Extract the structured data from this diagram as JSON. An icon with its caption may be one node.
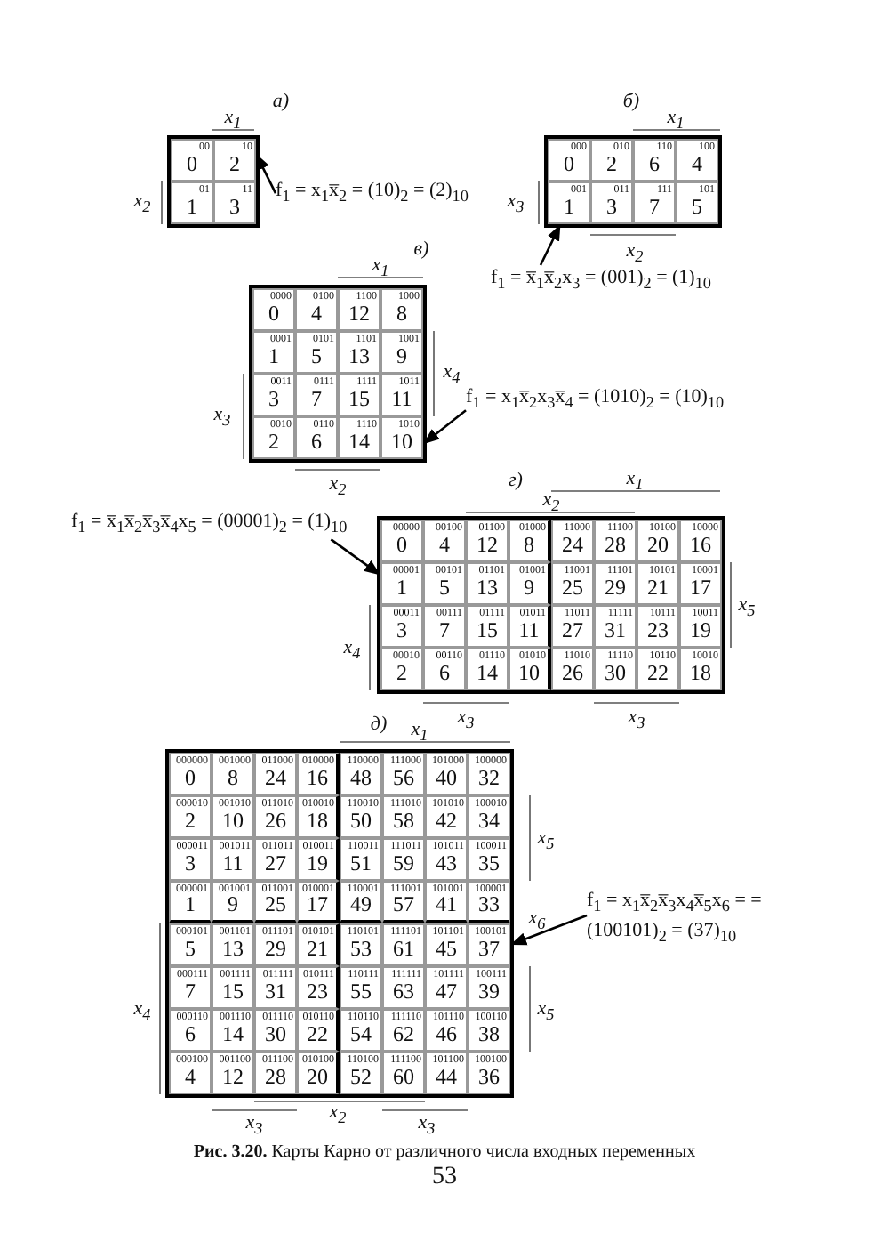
{
  "diagram": {
    "caption": "**Рис. 3.20.** Карты Карно от различного числа входных переменных",
    "nodes": [
      {
        "text": [],
        "shape": "box"
      },
      {
        "text": [
          "00",
          "0"
        ],
        "in": 0
      },
      {
        "text": [
          "10",
          "2"
        ],
        "in": 0
      },
      {
        "text": [
          "01",
          "1"
        ],
        "in": 0
      },
      {
        "text": [
          "11",
          "3"
        ],
        "in": 0
      },
      {
        "text": [
          "f$_{1}$ = x$_{1}$x̅$_{2}$ = (10)$_{2}$ = (2)$_{10}$"
        ]
      },
      {
        "text": [],
        "shape": "box"
      },
      {
        "text": [
          "000",
          "0"
        ],
        "in": 6
      },
      {
        "text": [
          "010",
          "2"
        ],
        "in": 6
      },
      {
        "text": [
          "110",
          "6"
        ],
        "in": 6
      },
      {
        "text": [
          "100",
          "4"
        ],
        "in": 6
      },
      {
        "text": [
          "001",
          "1"
        ],
        "in": 6
      },
      {
        "text": [
          "011",
          "3"
        ],
        "in": 6
      },
      {
        "text": [
          "111",
          "7"
        ],
        "in": 6
      },
      {
        "text": [
          "101",
          "5"
        ],
        "in": 6
      },
      {
        "text": [
          "f$_{1}$ = x̅$_{1}$x̅$_{2}$x$_{3}$ = (001)$_{2}$ = (1)$_{10}$"
        ]
      },
      {
        "text": [],
        "shape": "box"
      },
      {
        "text": [
          "0000",
          "0"
        ],
        "in": 16
      },
      {
        "text": [
          "0100",
          "4"
        ],
        "in": 16
      },
      {
        "text": [
          "1100",
          "12"
        ],
        "in": 16
      },
      {
        "text": [
          "1000",
          "8"
        ],
        "in": 16
      },
      {
        "text": [
          "0001",
          "1"
        ],
        "in": 16
      },
      {
        "text": [
          "0101",
          "5"
        ],
        "in": 16
      },
      {
        "text": [
          "1101",
          "13"
        ],
        "in": 16
      },
      {
        "text": [
          "1001",
          "9"
        ],
        "in": 16
      },
      {
        "text": [
          "0011",
          "3"
        ],
        "in": 16
      },
      {
        "text": [
          "0111",
          "7"
        ],
        "in": 16
      },
      {
        "text": [
          "1111",
          "15"
        ],
        "in": 16
      },
      {
        "text": [
          "1011",
          "11"
        ],
        "in": 16
      },
      {
        "text": [
          "0010",
          "2"
        ],
        "in": 16
      },
      {
        "text": [
          "0110",
          "6"
        ],
        "in": 16
      },
      {
        "text": [
          "1110",
          "14"
        ],
        "in": 16
      },
      {
        "text": [
          "1010",
          "10"
        ],
        "in": 16
      },
      {
        "text": [
          "f$_{1}$ = x$_{1}$x̅$_{2}$x$_{3}$x̅$_{4}$ = (1010)$_{2}$ = (10)$_{10}$"
        ]
      },
      {
        "text": [
          "f$_{1}$ = x̅$_{1}$x̅$_{2}$x̅$_{3}$x̅$_{4}$x$_{5}$ = (00001)$_{2}$ = (1)$_{10}$"
        ]
      },
      {
        "text": [],
        "shape": "box"
      },
      {
        "text": [
          "00000",
          "0"
        ],
        "in": 35
      },
      {
        "text": [
          "00100",
          "4"
        ],
        "in": 35
      },
      {
        "text": [
          "01100",
          "12"
        ],
        "in": 35
      },
      {
        "text": [
          "01000",
          "8"
        ],
        "in": 35
      },
      {
        "text": [
          "11000",
          "24"
        ],
        "in": 35
      },
      {
        "text": [
          "11100",
          "28"
        ],
        "in": 35
      },
      {
        "text": [
          "10100",
          "20"
        ],
        "in": 35
      },
      {
        "text": [
          "10000",
          "16"
        ],
        "in": 35
      },
      {
        "text": [
          "00001",
          "1"
        ],
        "in": 35
      },
      {
        "text": [
          "00101",
          "5"
        ],
        "in": 35
      },
      {
        "text": [
          "01101",
          "13"
        ],
        "in": 35
      },
      {
        "text": [
          "01001",
          "9"
        ],
        "in": 35
      },
      {
        "text": [
          "11001",
          "25"
        ],
        "in": 35
      },
      {
        "text": [
          "11101",
          "29"
        ],
        "in": 35
      },
      {
        "text": [
          "10101",
          "21"
        ],
        "in": 35
      },
      {
        "text": [
          "10001",
          "17"
        ],
        "in": 35
      },
      {
        "text": [
          "00011",
          "3"
        ],
        "in": 35
      },
      {
        "text": [
          "00111",
          "7"
        ],
        "in": 35
      },
      {
        "text": [
          "01111",
          "15"
        ],
        "in": 35
      },
      {
        "text": [
          "01011",
          "11"
        ],
        "in": 35
      },
      {
        "text": [
          "11011",
          "27"
        ],
        "in": 35
      },
      {
        "text": [
          "11111",
          "31"
        ],
        "in": 35
      },
      {
        "text": [
          "10111",
          "23"
        ],
        "in": 35
      },
      {
        "text": [
          "10011",
          "19"
        ],
        "in": 35
      },
      {
        "text": [
          "00010",
          "2"
        ],
        "in": 35
      },
      {
        "text": [
          "00110",
          "6"
        ],
        "in": 35
      },
      {
        "text": [
          "01110",
          "14"
        ],
        "in": 35
      },
      {
        "text": [
          "01010",
          "10"
        ],
        "in": 35
      },
      {
        "text": [
          "11010",
          "26"
        ],
        "in": 35
      },
      {
        "text": [
          "11110",
          "30"
        ],
        "in": 35
      },
      {
        "text": [
          "10110",
          "22"
        ],
        "in": 35
      },
      {
        "text": [
          "10010",
          "18"
        ],
        "in": 35
      },
      {
        "text": [],
        "shape": "box"
      },
      {
        "text": [
          "000000",
          "0"
        ],
        "in": 68
      },
      {
        "text": [
          "001000",
          "8"
        ],
        "in": 68
      },
      {
        "text": [
          "011000",
          "24"
        ],
        "in": 68
      },
      {
        "text": [
          "010000",
          "16"
        ],
        "in": 68
      },
      {
        "text": [
          "110000",
          "48"
        ],
        "in": 68
      },
      {
        "text": [
          "111000",
          "56"
        ],
        "in": 68
      },
      {
        "text": [
          "101000",
          "40"
        ],
        "in": 68
      },
      {
        "text": [
          "100000",
          "32"
        ],
        "in": 68
      },
      {
        "text": [
          "000010",
          "2"
        ],
        "in": 68
      },
      {
        "text": [
          "001010",
          "10"
        ],
        "in": 68
      },
      {
        "text": [
          "011010",
          "26"
        ],
        "in": 68
      },
      {
        "text": [
          "010010",
          "18"
        ],
        "in": 68
      },
      {
        "text": [
          "110010",
          "50"
        ],
        "in": 68
      },
      {
        "text": [
          "111010",
          "58"
        ],
        "in": 68
      },
      {
        "text": [
          "101010",
          "42"
        ],
        "in": 68
      },
      {
        "text": [
          "100010",
          "34"
        ],
        "in": 68
      },
      {
        "text": [
          "000011",
          "3"
        ],
        "in": 68
      },
      {
        "text": [
          "001011",
          "11"
        ],
        "in": 68
      },
      {
        "text": [
          "011011",
          "27"
        ],
        "in": 68
      },
      {
        "text": [
          "010011",
          "19"
        ],
        "in": 68
      },
      {
        "text": [
          "110011",
          "51"
        ],
        "in": 68
      },
      {
        "text": [
          "111011",
          "59"
        ],
        "in": 68
      },
      {
        "text": [
          "101011",
          "43"
        ],
        "in": 68
      },
      {
        "text": [
          "100011",
          "35"
        ],
        "in": 68
      },
      {
        "text": [
          "000001",
          "1"
        ],
        "in": 68
      },
      {
        "text": [
          "001001",
          "9"
        ],
        "in": 68
      },
      {
        "text": [
          "011001",
          "25"
        ],
        "in": 68
      },
      {
        "text": [
          "010001",
          "17"
        ],
        "in": 68
      },
      {
        "text": [
          "110001",
          "49"
        ],
        "in": 68
      },
      {
        "text": [
          "111001",
          "57"
        ],
        "in": 68
      },
      {
        "text": [
          "101001",
          "41"
        ],
        "in": 68
      },
      {
        "text": [
          "100001",
          "33"
        ],
        "in": 68
      },
      {
        "text": [
          "000101",
          "5"
        ],
        "in": 68
      },
      {
        "text": [
          "001101",
          "13"
        ],
        "in": 68
      },
      {
        "text": [
          "011101",
          "29"
        ],
        "in": 68
      },
      {
        "text": [
          "010101",
          "21"
        ],
        "in": 68
      },
      {
        "text": [
          "110101",
          "53"
        ],
        "in": 68
      },
      {
        "text": [
          "111101",
          "61"
        ],
        "in": 68
      },
      {
        "text": [
          "101101",
          "45"
        ],
        "in": 68
      },
      {
        "text": [
          "100101",
          "37"
        ],
        "in": 68
      },
      {
        "text": [
          "000111",
          "7"
        ],
        "in": 68
      },
      {
        "text": [
          "001111",
          "15"
        ],
        "in": 68
      },
      {
        "text": [
          "011111",
          "31"
        ],
        "in": 68
      },
      {
        "text": [
          "010111",
          "23"
        ],
        "in": 68
      },
      {
        "text": [
          "110111",
          "55"
        ],
        "in": 68
      },
      {
        "text": [
          "111111",
          "63"
        ],
        "in": 68
      },
      {
        "text": [
          "101111",
          "47"
        ],
        "in": 68
      },
      {
        "text": [
          "100111",
          "39"
        ],
        "in": 68
      },
      {
        "text": [
          "000110",
          "6"
        ],
        "in": 68
      },
      {
        "text": [
          "001110",
          "14"
        ],
        "in": 68
      },
      {
        "text": [
          "011110",
          "30"
        ],
        "in": 68
      },
      {
        "text": [
          "010110",
          "22"
        ],
        "in": 68
      },
      {
        "text": [
          "110110",
          "54"
        ],
        "in": 68
      },
      {
        "text": [
          "111110",
          "62"
        ],
        "in": 68
      },
      {
        "text": [
          "101110",
          "46"
        ],
        "in": 68
      },
      {
        "text": [
          "100110",
          "38"
        ],
        "in": 68
      },
      {
        "text": [
          "000100",
          "4"
        ],
        "in": 68
      },
      {
        "text": [
          "001100",
          "12"
        ],
        "in": 68
      },
      {
        "text": [
          "011100",
          "28"
        ],
        "in": 68
      },
      {
        "text": [
          "010100",
          "20"
        ],
        "in": 68
      },
      {
        "text": [
          "110100",
          "52"
        ],
        "in": 68
      },
      {
        "text": [
          "111100",
          "60"
        ],
        "in": 68
      },
      {
        "text": [
          "101100",
          "44"
        ],
        "in": 68
      },
      {
        "text": [
          "100100",
          "36"
        ],
        "in": 68
      },
      {
        "text": [
          "f$_{1}$ = x$_{1}$x̅$_{2}$x̅$_{3}$x$_{4}$x̅$_{5}$x$_{6}$ = = (100101)$_{2}$ = (37)$_{10}$"
        ]
      }
    ],
    "edges": [
      {
        "from": 5,
        "to": 2,
        "arrow": "to"
      },
      {
        "from": 15,
        "to": 11,
        "arrow": "to"
      },
      {
        "from": 33,
        "to": 32,
        "arrow": "to"
      },
      {
        "from": 34,
        "to": 44,
        "arrow": "to"
      },
      {
        "from": 133,
        "to": 108,
        "arrow": "to"
      }
    ],
    "labels": [
      "а)",
      "x$_{1}$",
      "x$_{2}$",
      "б)",
      "x$_{1}$",
      "x$_{3}$",
      "x$_{2}$",
      "в)",
      "x$_{1}$",
      "x$_{4}$",
      "x$_{3}$",
      "x$_{2}$",
      "г)",
      "x$_{1}$",
      "x$_{2}$",
      "x$_{5}$",
      "x$_{4}$",
      "x$_{3}$",
      "x$_{3}$",
      "д)",
      "x$_{1}$",
      "x$_{5}$",
      "x$_{6}$",
      "x$_{5}$",
      "x$_{4}$",
      "x$_{3}$",
      "x$_{2}$",
      "x$_{3}$",
      "53"
    ]
  }
}
